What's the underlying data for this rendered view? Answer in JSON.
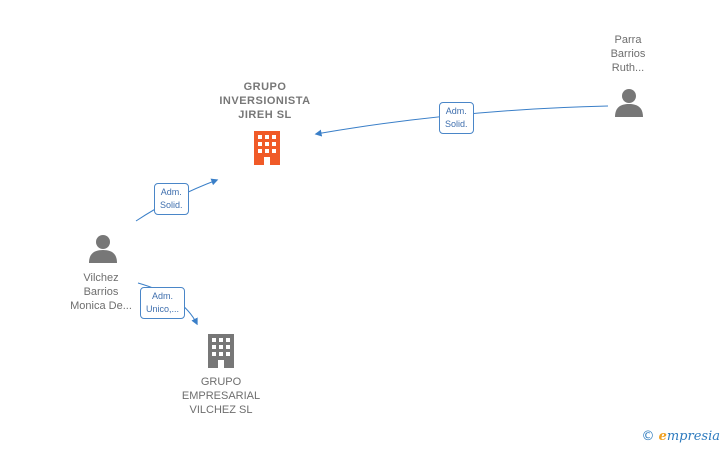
{
  "nodes": {
    "jireh": {
      "lines": [
        "GRUPO",
        "INVERSIONISTA",
        "JIREH  SL"
      ],
      "icon": "building-icon",
      "color": "#f05a28"
    },
    "vilchez_sl": {
      "lines": [
        "GRUPO",
        "EMPRESARIAL",
        "VILCHEZ  SL"
      ],
      "icon": "building-icon",
      "color": "#777777"
    },
    "parra": {
      "lines": [
        "Parra",
        "Barrios",
        "Ruth..."
      ],
      "icon": "person-icon",
      "color": "#777777"
    },
    "vilchez_monica": {
      "lines": [
        "Vilchez",
        "Barrios",
        "Monica De..."
      ],
      "icon": "person-icon",
      "color": "#777777"
    }
  },
  "edges": {
    "parra_jireh": {
      "lines": [
        "Adm.",
        "Solid."
      ]
    },
    "monica_jireh": {
      "lines": [
        "Adm.",
        "Solid."
      ]
    },
    "monica_vilchez_sl": {
      "lines": [
        "Adm.",
        "Unico,..."
      ]
    }
  },
  "colors": {
    "edge": "#3a7fc8",
    "accent": "#f05a28",
    "neutral": "#777777"
  },
  "watermark": {
    "symbol": "©",
    "first_letter": "e",
    "rest": "mpresia"
  }
}
